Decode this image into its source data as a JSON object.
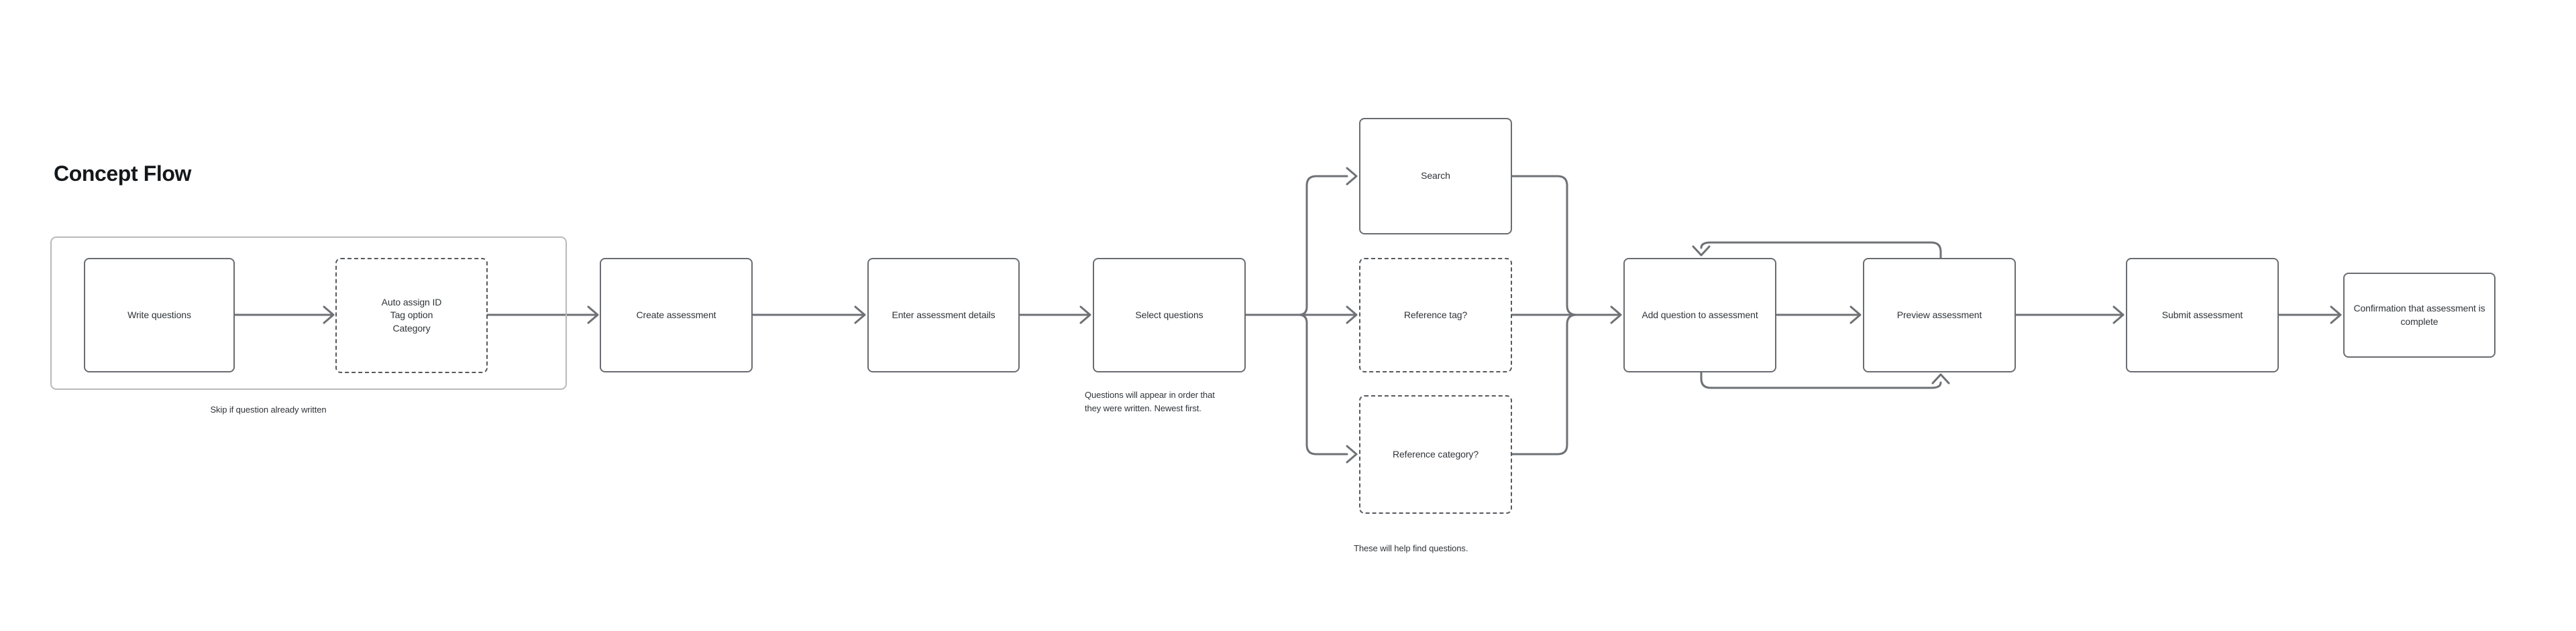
{
  "title": "Concept Flow",
  "colors": {
    "background": "#ffffff",
    "node_border": "#696c70",
    "dashed_border": "#55585c",
    "group_border": "#b7b9bb",
    "connector": "#6e7175",
    "text": "#2f3438",
    "title_text": "#14181b"
  },
  "nodes": {
    "write_questions": {
      "label": "Write questions",
      "style": "solid"
    },
    "auto_assign": {
      "label": "Auto assign ID\nTag option\nCategory",
      "style": "dashed"
    },
    "create_assessment": {
      "label": "Create assessment",
      "style": "solid"
    },
    "enter_details": {
      "label": "Enter assessment details",
      "style": "solid"
    },
    "select_questions": {
      "label": "Select questions",
      "style": "solid"
    },
    "search": {
      "label": "Search",
      "style": "solid"
    },
    "reference_tag": {
      "label": "Reference tag?",
      "style": "dashed"
    },
    "reference_category": {
      "label": "Reference category?",
      "style": "dashed"
    },
    "add_question": {
      "label": "Add question to assessment",
      "style": "solid"
    },
    "preview": {
      "label": "Preview assessment",
      "style": "solid"
    },
    "submit": {
      "label": "Submit assessment",
      "style": "solid"
    },
    "confirmation": {
      "label": "Confirmation that assessment is\ncomplete",
      "style": "solid"
    }
  },
  "notes": {
    "skip": "Skip if question already written",
    "order": "Questions will appear in order that\nthey were written. Newest first.",
    "find": "These will help find questions."
  }
}
